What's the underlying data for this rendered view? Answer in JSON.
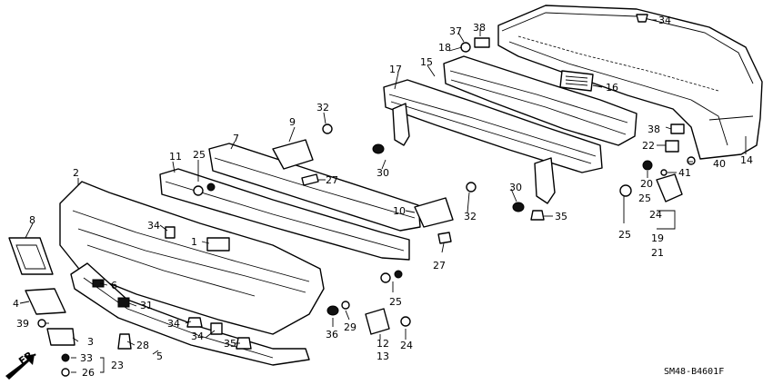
{
  "diagram": {
    "drawing_code": "SM48-B4601F",
    "direction_label": "FR.",
    "callouts": [
      "1",
      "2",
      "3",
      "4",
      "5",
      "6",
      "7",
      "8",
      "9",
      "10",
      "11",
      "12",
      "13",
      "14",
      "15",
      "16",
      "17",
      "18",
      "19",
      "20",
      "21",
      "22",
      "23",
      "24",
      "25",
      "26",
      "27",
      "28",
      "29",
      "30",
      "31",
      "32",
      "33",
      "34",
      "35",
      "36",
      "37",
      "38",
      "39",
      "40",
      "41"
    ],
    "extra_callouts": [
      "25",
      "25",
      "25",
      "27",
      "30",
      "32",
      "34",
      "34",
      "34",
      "35",
      "38",
      "24"
    ]
  }
}
